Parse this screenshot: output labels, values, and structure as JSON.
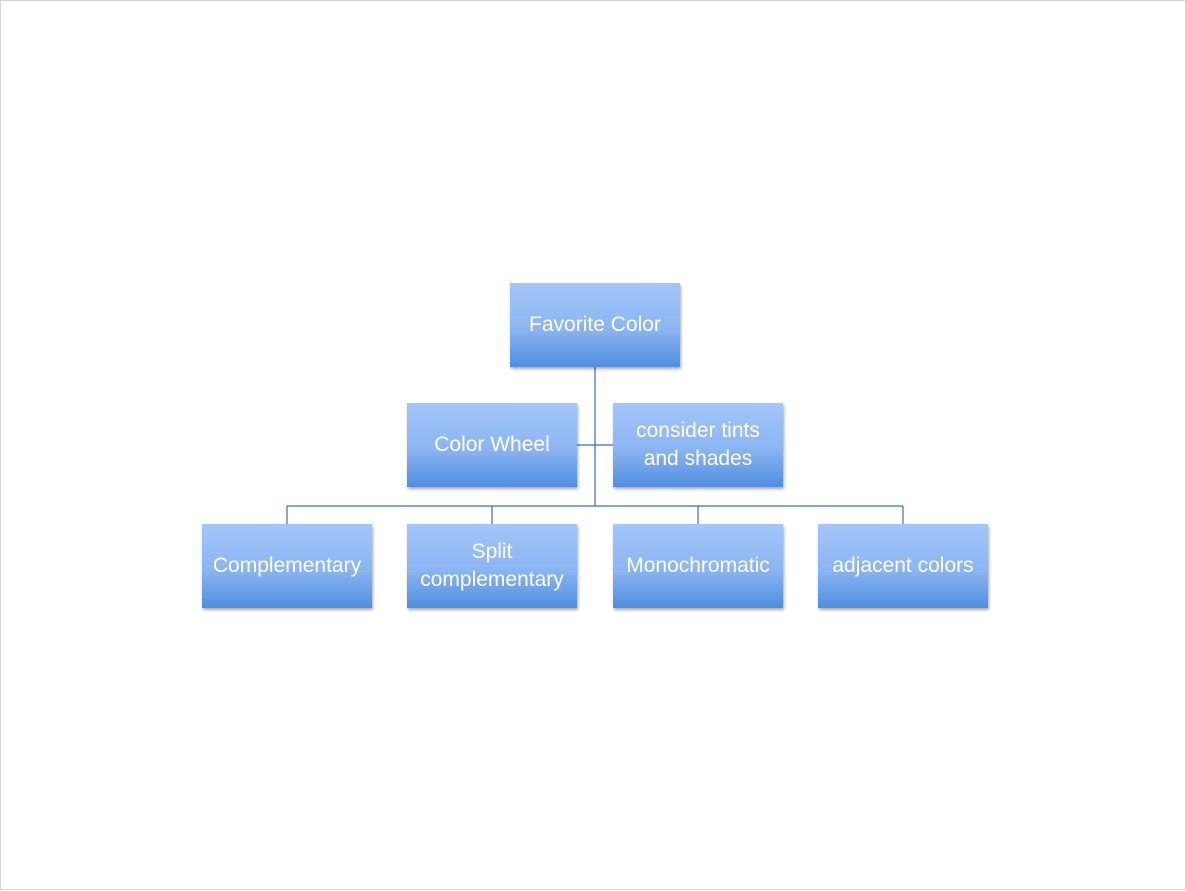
{
  "diagram": {
    "root": {
      "label": "Favorite Color"
    },
    "assistants": [
      {
        "label": "Color Wheel"
      },
      {
        "label": "consider tints and shades"
      }
    ],
    "children": [
      {
        "label": "Complementary"
      },
      {
        "label": "Split complementary"
      },
      {
        "label": "Monochromatic"
      },
      {
        "label": "adjacent colors"
      }
    ]
  },
  "colors": {
    "box_top": "#a4c6fa",
    "box_bottom": "#4f8ee0",
    "connector": "#3a6fb0",
    "text": "#ffffff"
  }
}
